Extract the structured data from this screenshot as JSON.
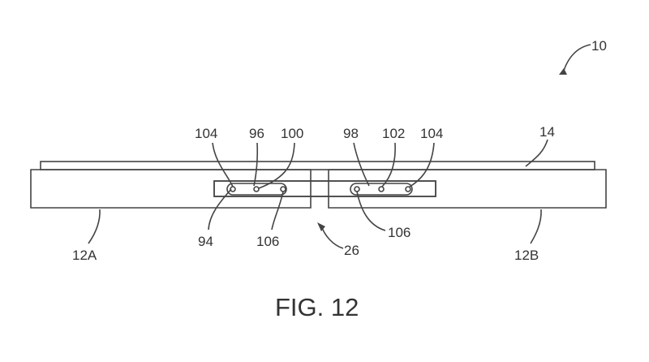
{
  "figure": {
    "caption": "FIG. 12",
    "labels": {
      "device": "10",
      "cover": "14",
      "panel_left": "12A",
      "panel_right": "12B",
      "hinge_gap": "26",
      "hinge_bar": "94",
      "slot_left": "96",
      "slot_right": "98",
      "pin_left": "100",
      "pin_right": "102",
      "end_pin_left": "104",
      "end_pin_right": "104",
      "rivet_left": "106",
      "rivet_right": "106"
    }
  }
}
